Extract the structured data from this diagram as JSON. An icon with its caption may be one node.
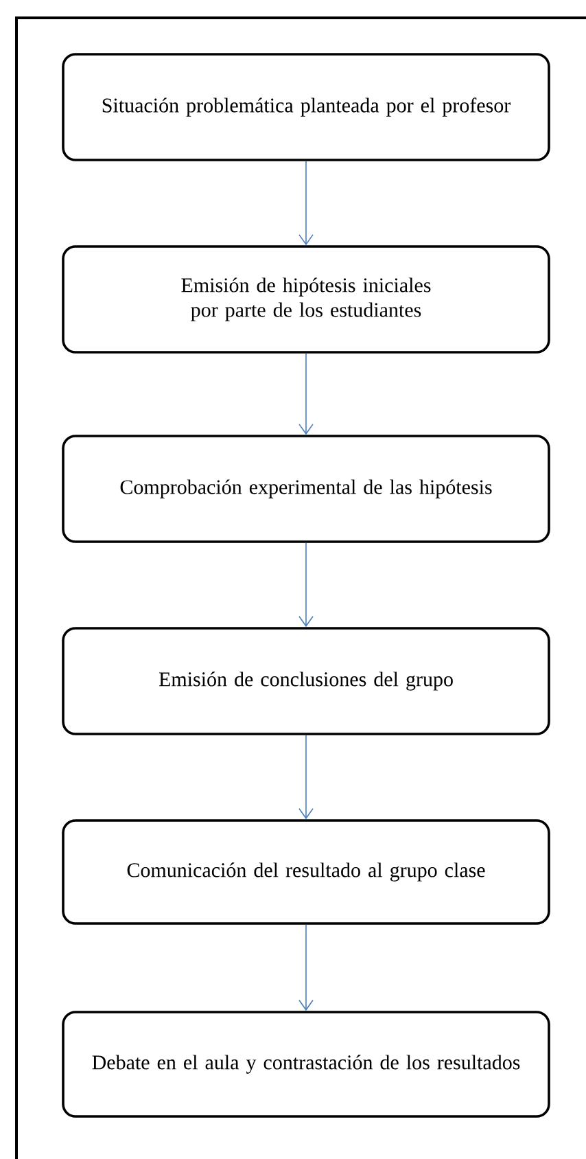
{
  "diagram": {
    "nodes": [
      {
        "text": [
          "Situación problemática planteada por el profesor"
        ]
      },
      {
        "text": [
          "Emisión de hipótesis iniciales por parte de los estudiantes"
        ]
      },
      {
        "text": [
          "Comprobación experimental de las hipótesis"
        ]
      },
      {
        "text": [
          "Emisión de conclusiones del grupo"
        ]
      },
      {
        "text": [
          "Comunicación del resultado al grupo clase"
        ]
      },
      {
        "text": [
          "Debate en el aula y contrastación de los resultados"
        ]
      }
    ],
    "edges": [
      {
        "from": 0,
        "to": 1,
        "arrow": "to"
      },
      {
        "from": 1,
        "to": 2,
        "arrow": "to"
      },
      {
        "from": 2,
        "to": 3,
        "arrow": "to"
      },
      {
        "from": 3,
        "to": 4,
        "arrow": "to"
      },
      {
        "from": 4,
        "to": 5,
        "arrow": "to"
      }
    ]
  }
}
